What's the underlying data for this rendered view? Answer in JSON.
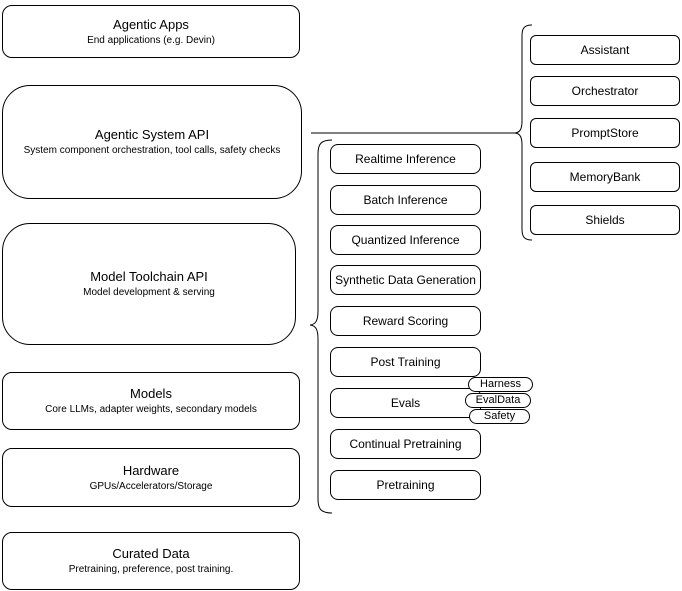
{
  "diagram": {
    "left_stack": [
      {
        "title": "Agentic Apps",
        "subtitle": "End applications (e.g. Devin)"
      },
      {
        "title": "Agentic System API",
        "subtitle": "System component orchestration, tool calls, safety checks"
      },
      {
        "title": "Model Toolchain API",
        "subtitle": "Model development & serving"
      },
      {
        "title": "Models",
        "subtitle": "Core LLMs, adapter weights, secondary models"
      },
      {
        "title": "Hardware",
        "subtitle": "GPUs/Accelerators/Storage"
      },
      {
        "title": "Curated Data",
        "subtitle": "Pretraining, preference, post training."
      }
    ],
    "toolchain_items": [
      "Realtime Inference",
      "Batch Inference",
      "Quantized Inference",
      "Synthetic Data Generation",
      "Reward Scoring",
      "Post Training",
      "Evals",
      "Continual Pretraining",
      "Pretraining"
    ],
    "system_components": [
      "Assistant",
      "Orchestrator",
      "PromptStore",
      "MemoryBank",
      "Shields"
    ],
    "evals_tags": [
      "Harness",
      "EvalData",
      "Safety"
    ],
    "colors": {
      "stroke": "#000000",
      "fill": "#ffffff",
      "text": "#000000",
      "background": "#ffffff"
    }
  }
}
